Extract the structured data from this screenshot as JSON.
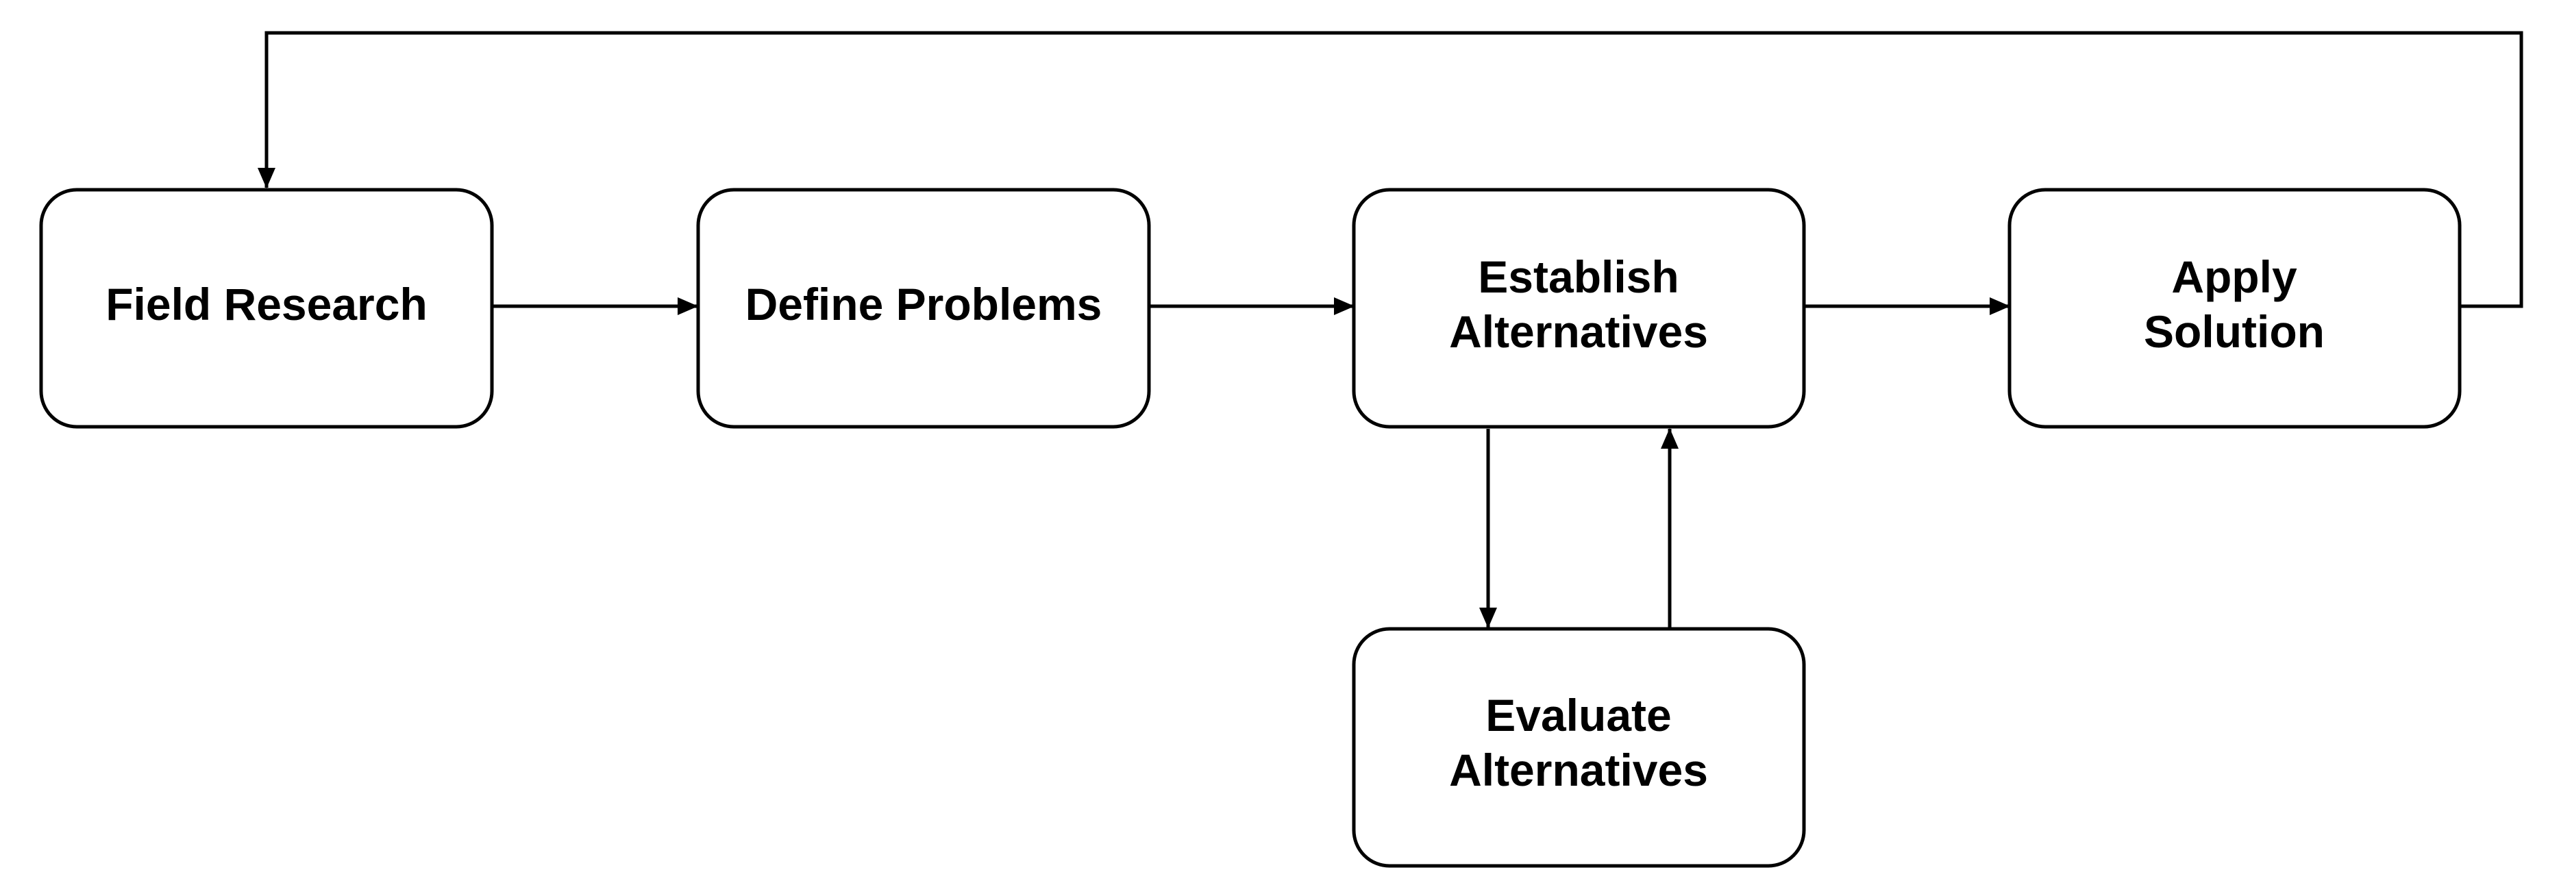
{
  "diagram": {
    "nodes": [
      {
        "id": "field-research",
        "lines": [
          "Field Research"
        ]
      },
      {
        "id": "define-problems",
        "lines": [
          "Define Problems"
        ]
      },
      {
        "id": "establish-alternatives",
        "lines": [
          "Establish",
          "Alternatives"
        ]
      },
      {
        "id": "apply-solution",
        "lines": [
          "Apply",
          "Solution"
        ]
      },
      {
        "id": "evaluate-alternatives",
        "lines": [
          "Evaluate",
          "Alternatives"
        ]
      }
    ],
    "edges": [
      {
        "from": "field-research",
        "to": "define-problems"
      },
      {
        "from": "define-problems",
        "to": "establish-alternatives"
      },
      {
        "from": "establish-alternatives",
        "to": "apply-solution"
      },
      {
        "from": "establish-alternatives",
        "to": "evaluate-alternatives"
      },
      {
        "from": "evaluate-alternatives",
        "to": "establish-alternatives"
      },
      {
        "from": "apply-solution",
        "to": "field-research"
      }
    ],
    "line_color": "#000000",
    "box_fill": "#ffffff"
  }
}
